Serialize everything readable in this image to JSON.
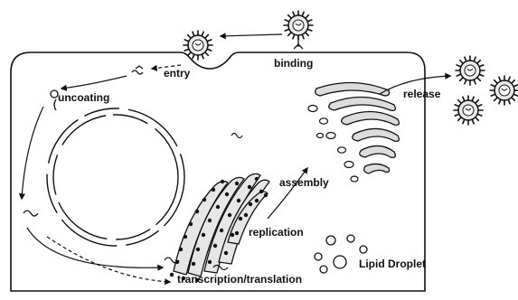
{
  "labels": {
    "entry": "entry",
    "binding": "binding",
    "uncoating": "uncoating",
    "release": "release",
    "assembly": "assembly",
    "replication": "replication",
    "transcription_translation": "transcription/translation",
    "lipid_droplet": "Lipid Droplet"
  },
  "colors": {
    "ink": "#111111",
    "membrane_fill": "#cfcfcf",
    "golgi_fill": "#d9d9d9"
  }
}
